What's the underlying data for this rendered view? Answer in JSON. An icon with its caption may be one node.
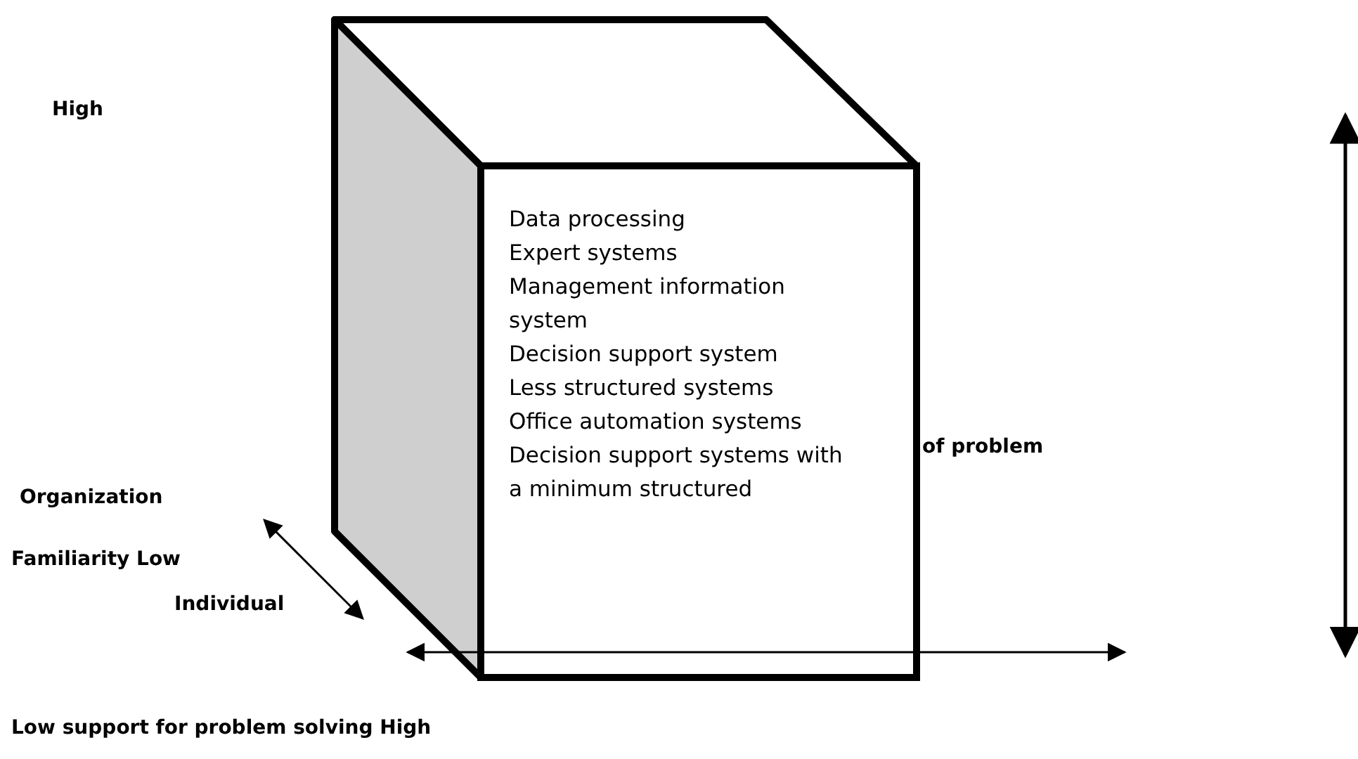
{
  "diagram": {
    "nodes": [
      {
        "text": [
          "Data processing",
          "Expert systems",
          "Management information system",
          "Decision support system",
          "Less structured systems",
          "Office automation systems",
          "Decision support systems with a minimum structured"
        ]
      }
    ],
    "labels": [
      "High",
      "of problem",
      "Organization",
      "Familiarity Low",
      "Individual",
      "Low support for problem solving High"
    ]
  }
}
